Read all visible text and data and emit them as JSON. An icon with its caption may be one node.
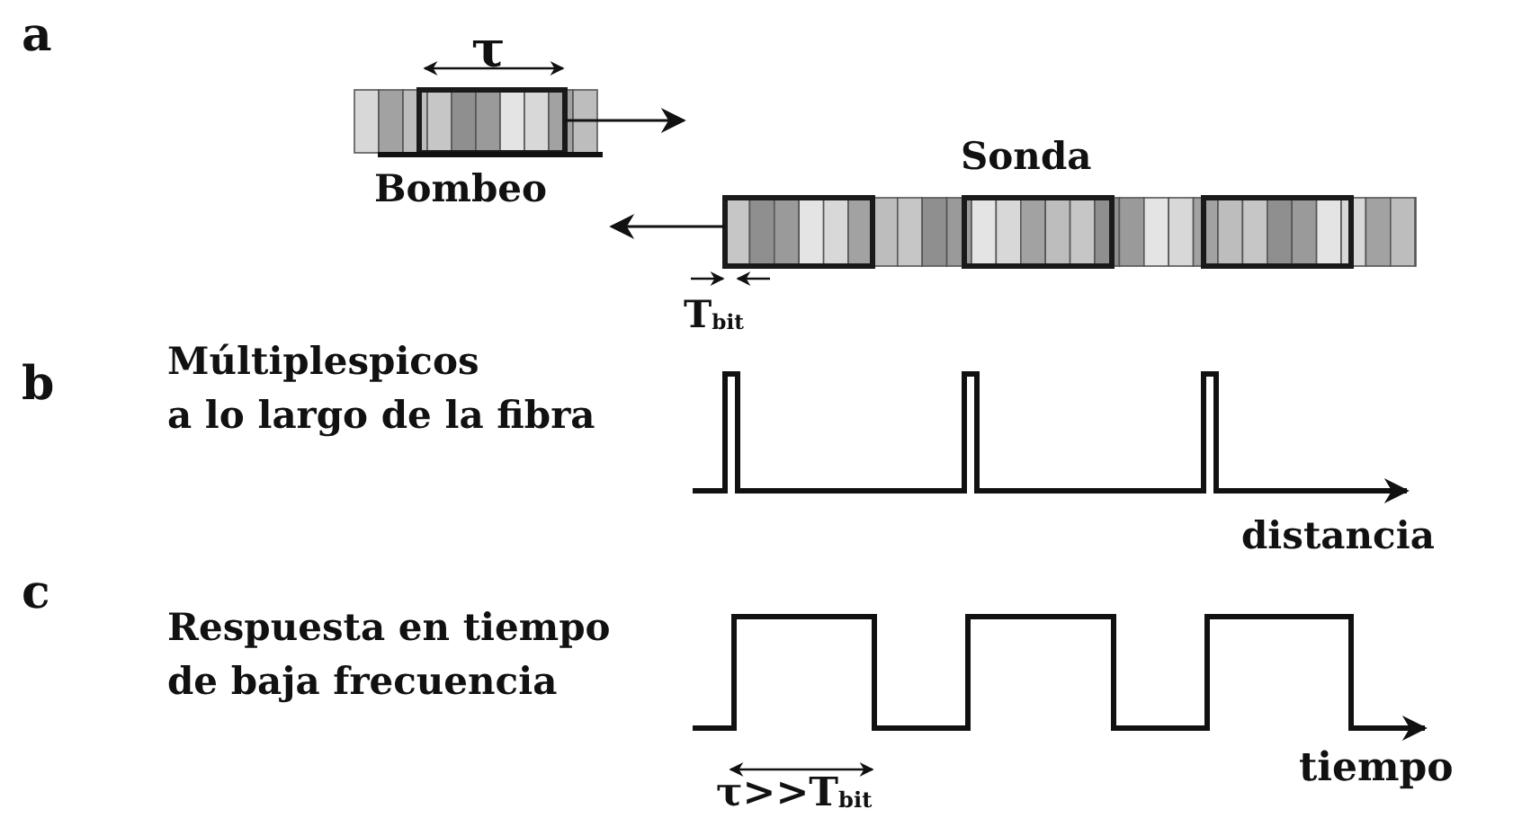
{
  "diagram": {
    "labels": [
      "a",
      "τ",
      "Bombeo",
      "Sonda",
      "T$_{bit}$",
      "b",
      "Múltiplespicos a lo largo de la fibra",
      "distancia",
      "c",
      "Respuesta en tiempo de baja frecuencia",
      "tiempo",
      "τ>>T$_{bit}$"
    ]
  }
}
